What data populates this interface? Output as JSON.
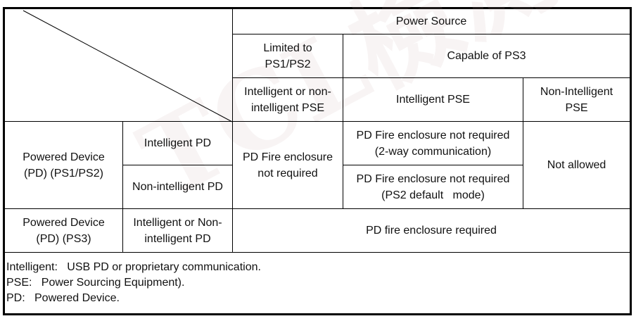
{
  "header": {
    "power_source": "Power Source",
    "limited_line1": "Limited to",
    "limited_line2": "PS1/PS2",
    "capable": "Capable of PS3",
    "intel_or_non_line1": "Intelligent or non-",
    "intel_or_non_line2": "intelligent PSE",
    "intelligent_pse": "Intelligent PSE",
    "non_intel_line1": "Non-Intelligent",
    "non_intel_line2": "PSE"
  },
  "rows": {
    "pd_ps12_line1": "Powered Device",
    "pd_ps12_line2": "(PD) (PS1/PS2)",
    "intelligent_pd": "Intelligent PD",
    "non_intelligent_pd": "Non-intelligent PD",
    "pd_ps3_line1": "Powered Device",
    "pd_ps3_line2": "(PD) (PS3)",
    "intel_or_non_pd_line1": "Intelligent or Non-",
    "intel_or_non_pd_line2": "intelligent PD"
  },
  "values": {
    "not_required_line1": "PD Fire enclosure",
    "not_required_line2": "not required",
    "two_way_line1": "PD Fire enclosure not required",
    "two_way_line2": "(2-way communication)",
    "ps2_default_line1": "PD Fire enclosure not required",
    "ps2_default_line2": "(PS2 default   mode)",
    "not_allowed": "Not allowed",
    "required": "PD fire enclosure required"
  },
  "notes": {
    "intelligent": "Intelligent:   USB PD or proprietary communication.",
    "pse": "PSE:   Power Sourcing Equipment).",
    "pd": "PD:   Powered Device."
  },
  "watermark": "TCL檢測集團"
}
